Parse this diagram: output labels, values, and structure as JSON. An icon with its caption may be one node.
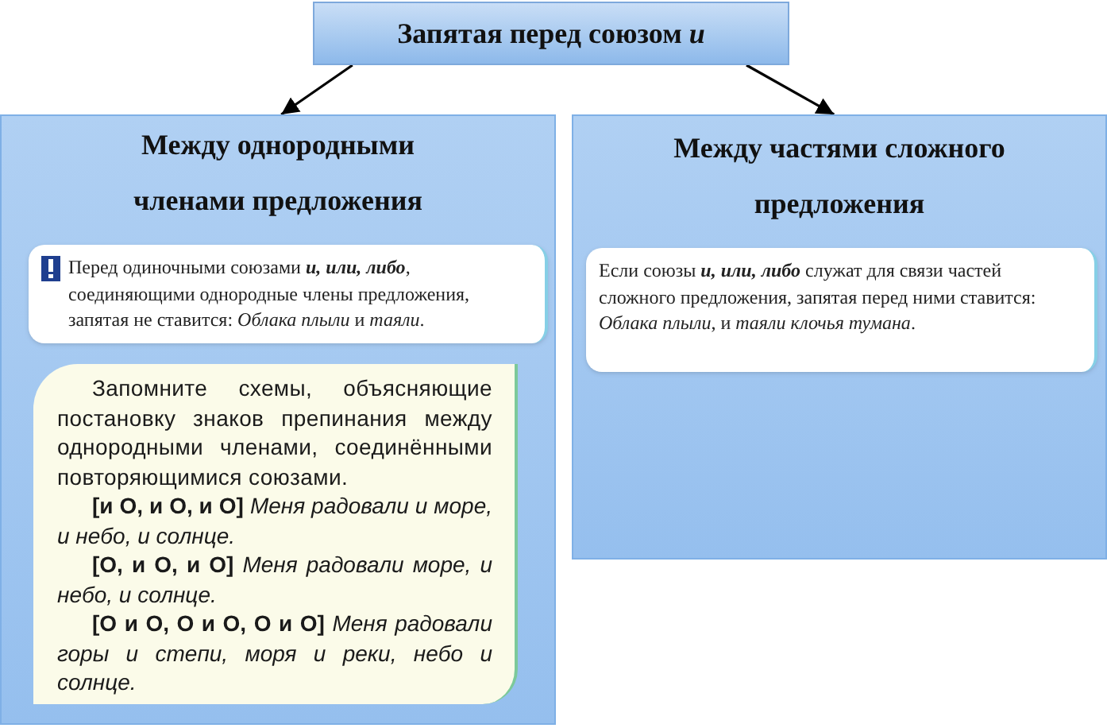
{
  "diagram": {
    "nodes": [
      {
        "text": [
          "Запятая перед союзом *и*"
        ]
      },
      {
        "text": [
          "Между однородными членами предложения"
        ]
      },
      {
        "text": [
          "Перед одиночными союзами **и, или, либо**, соединяющими однородные члены предложения, запятая не ставится: *Облака плыли* и *таяли*."
        ],
        "in": 1
      },
      {
        "text": [
          "Запомните схемы, объясняющие постановку знаков препинания между однородными членами, соединёнными повторяющимися союзами.",
          "**[и О, и О, и О]** *Меня радовали и море, и небо, и солнце.*",
          "**[О, и О, и О]** *Меня радовали море, и небо, и солнце.*",
          "**[О и О, О и О, О и О]** *Меня радовали горы и степи, моря и реки, небо и солнце.*"
        ],
        "in": 1
      },
      {
        "text": [
          "Между частями сложного предложения"
        ]
      },
      {
        "text": [
          "Если союзы **и, или, либо** служат для связи частей сложного предложения, запятая перед ними ставится: *Облака плыли*, и *таяли клочья тумана*."
        ],
        "in": 4
      }
    ],
    "edges": [
      {
        "from": 0,
        "to": 1,
        "arrow": "to"
      },
      {
        "from": 0,
        "to": 4,
        "arrow": "to"
      }
    ]
  }
}
